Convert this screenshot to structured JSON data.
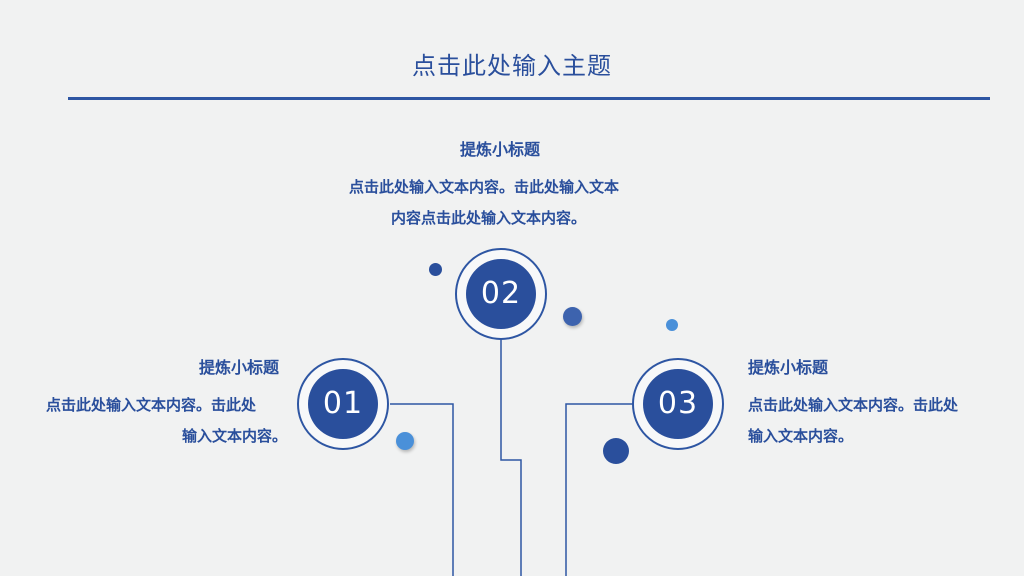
{
  "title": "点击此处输入主题",
  "colors": {
    "primary": "#2a4f9c",
    "line": "#2e56a3",
    "light_dot": "#4a90d9",
    "background": "#f1f2f2"
  },
  "steps": [
    {
      "number": "01",
      "subtitle": "提炼小标题",
      "text_lines": [
        "点击此处输入文本内容。击此处",
        "输入文本内容。"
      ]
    },
    {
      "number": "02",
      "subtitle": "提炼小标题",
      "text_lines": [
        "点击此处输入文本内容。击此处输入文本",
        "内容点击此处输入文本内容。"
      ]
    },
    {
      "number": "03",
      "subtitle": "提炼小标题",
      "text_lines": [
        "点击此处输入文本内容。击此处",
        "输入文本内容。"
      ]
    }
  ]
}
